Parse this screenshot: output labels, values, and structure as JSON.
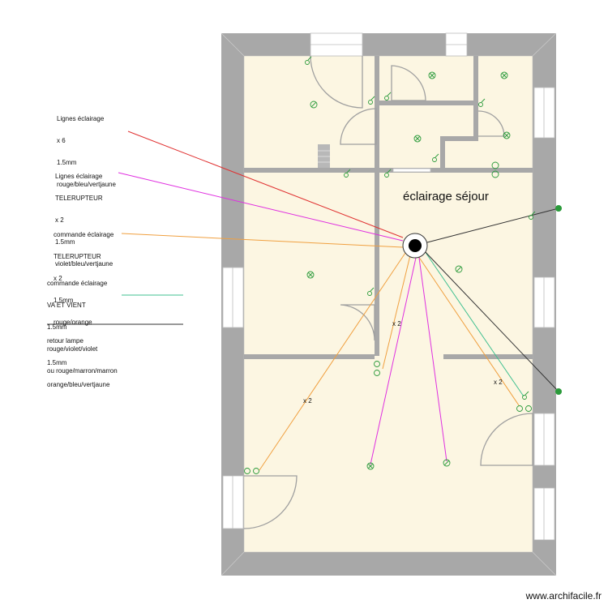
{
  "legend": [
    {
      "lines": [
        "Lignes éclairage",
        "x 6",
        "1.5mm",
        "rouge/bleu/vertjaune"
      ],
      "color": "#e03030"
    },
    {
      "lines": [
        "Lignes éclairage",
        "TELERUPTEUR",
        "x 2",
        "1.5mm",
        "violet/bleu/vertjaune"
      ],
      "color": "#e030e0"
    },
    {
      "lines": [
        "commande éclairage",
        "TELERUPTEUR",
        "x 2",
        "1.5mm",
        "rouge/orange"
      ],
      "color": "#f0a040"
    },
    {
      "lines": [
        "commande éclairage",
        "VA ET VIENT",
        "1.5mm",
        "rouge/violet/violet",
        "ou rouge/marron/marron"
      ],
      "color": "#40c090"
    },
    {
      "lines": [
        "retour lampe",
        "1.5mm",
        "orange/bleu/vertjaune"
      ],
      "color": "#333333"
    }
  ],
  "room_label": "éclairage séjour",
  "multipliers": [
    "x 2",
    "x 2",
    "x 2"
  ],
  "watermark": "www.archifacile.fr",
  "colors": {
    "wall": "#a8a8a8",
    "floor": "#fcf6e2",
    "symbol": "#2a9a3a"
  }
}
